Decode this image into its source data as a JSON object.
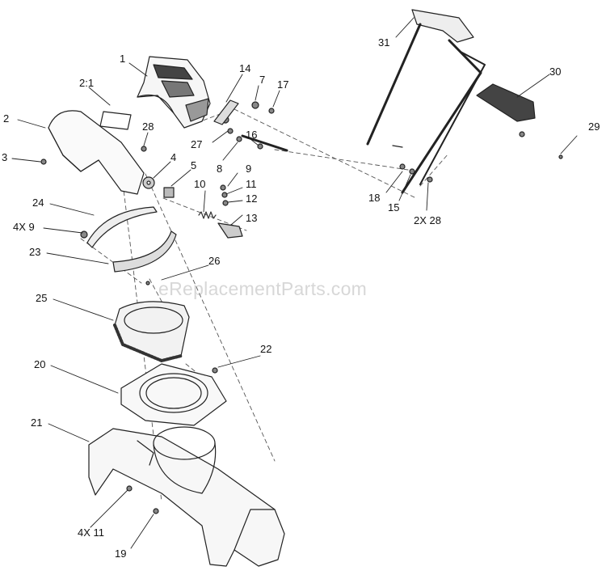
{
  "diagram": {
    "watermark": "eReplacementParts.com",
    "callouts": {
      "c1": "1",
      "c2_1": "2:1",
      "c2": "2",
      "c3": "3",
      "c4": "4",
      "c5": "5",
      "c7": "7",
      "c8": "8",
      "c9": "9",
      "c10": "10",
      "c11": "11",
      "c12": "12",
      "c13": "13",
      "c14": "14",
      "c15": "15",
      "c16": "16",
      "c17": "17",
      "c18": "18",
      "c19": "19",
      "c20": "20",
      "c21": "21",
      "c22": "22",
      "c23": "23",
      "c24": "24",
      "c25": "25",
      "c26": "26",
      "c27": "27",
      "c28": "28",
      "c29": "29",
      "c30": "30",
      "c31": "31",
      "c4x9": "4X 9",
      "c2x28": "2X 28",
      "c4x11": "4X 11"
    }
  }
}
